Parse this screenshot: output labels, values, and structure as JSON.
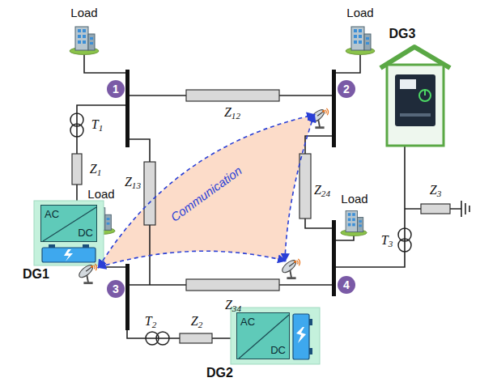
{
  "diagram": {
    "nodes": [
      {
        "text": [
          "1"
        ]
      },
      {
        "text": [
          "2"
        ]
      },
      {
        "text": [
          "3"
        ]
      },
      {
        "text": [
          "4"
        ]
      },
      {
        "text": [
          "DG1"
        ]
      },
      {
        "text": [
          "AC",
          "DC"
        ],
        "in": 4
      },
      {
        "text": [
          "DG2"
        ]
      },
      {
        "text": [
          "AC",
          "DC"
        ],
        "in": 6
      }
    ],
    "labels": [
      "Load",
      "Load",
      "DG3",
      "T1",
      "Z12",
      "Z1",
      "Z13",
      "Z24",
      "Communication",
      "Load",
      "Z3",
      "Load",
      "T3",
      "Z34",
      "T2",
      "Z2"
    ]
  }
}
